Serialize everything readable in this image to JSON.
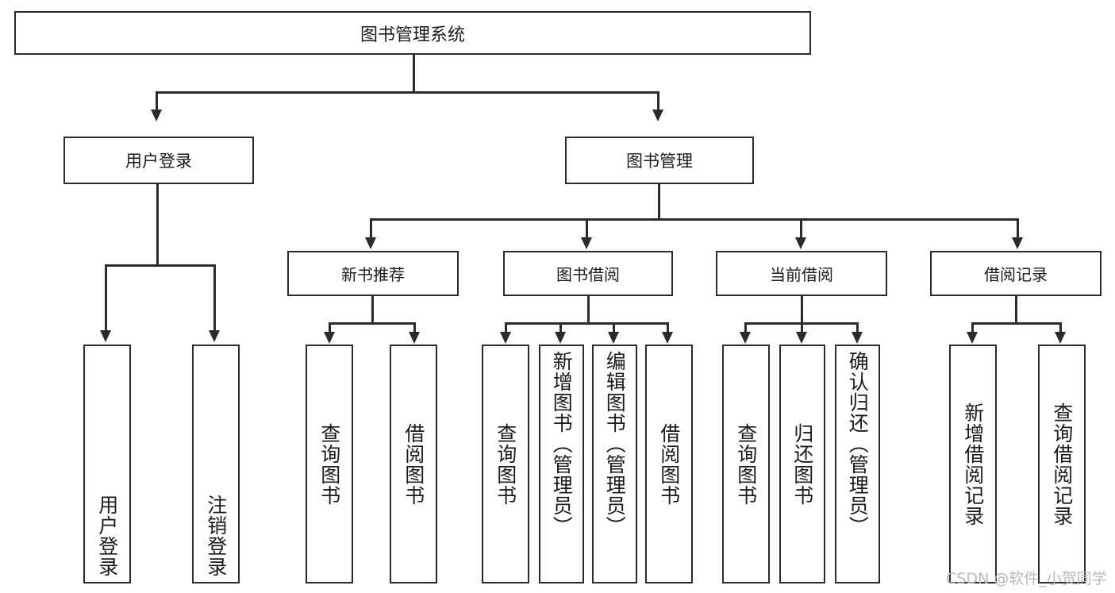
{
  "diagram": {
    "title": "图书管理系统",
    "type": "hierarchy-tree",
    "root": {
      "id": "root",
      "label": "图书管理系统",
      "level": 1
    },
    "level2": [
      {
        "id": "user-login",
        "label": "用户登录",
        "level": 2
      },
      {
        "id": "book-management",
        "label": "图书管理",
        "level": 2
      }
    ],
    "level3": [
      {
        "id": "new-book-recommend",
        "label": "新书推荐",
        "level": 3,
        "parent": "book-management"
      },
      {
        "id": "book-borrow",
        "label": "图书借阅",
        "level": 3,
        "parent": "book-management"
      },
      {
        "id": "current-borrow",
        "label": "当前借阅",
        "level": 3,
        "parent": "book-management"
      },
      {
        "id": "borrow-record",
        "label": "借阅记录",
        "level": 3,
        "parent": "book-management"
      }
    ],
    "leaves": [
      {
        "id": "leaf-user-login",
        "label": "用户登录",
        "parent": "user-login"
      },
      {
        "id": "leaf-user-logout",
        "label": "注销登录",
        "parent": "user-login"
      },
      {
        "id": "leaf-query-book-1",
        "label": "查询图书",
        "parent": "new-book-recommend"
      },
      {
        "id": "leaf-borrow-book-1",
        "label": "借阅图书",
        "parent": "new-book-recommend"
      },
      {
        "id": "leaf-query-book-2",
        "label": "查询图书",
        "parent": "book-borrow"
      },
      {
        "id": "leaf-add-book-admin",
        "label": "新增图书（管理员）",
        "parent": "book-borrow"
      },
      {
        "id": "leaf-edit-book-admin",
        "label": "编辑图书（管理员）",
        "parent": "book-borrow"
      },
      {
        "id": "leaf-borrow-book-2",
        "label": "借阅图书",
        "parent": "book-borrow"
      },
      {
        "id": "leaf-query-book-3",
        "label": "查询图书",
        "parent": "current-borrow"
      },
      {
        "id": "leaf-return-book",
        "label": "归还图书",
        "parent": "current-borrow"
      },
      {
        "id": "leaf-confirm-return-admin",
        "label": "确认归还（管理员）",
        "parent": "current-borrow"
      },
      {
        "id": "leaf-add-borrow-record",
        "label": "新增借阅记录",
        "parent": "borrow-record"
      },
      {
        "id": "leaf-query-borrow-record",
        "label": "查询借阅记录",
        "parent": "borrow-record"
      }
    ],
    "colors": {
      "stroke": "#2b2b2b",
      "fill": "#ffffff",
      "text": "#1b1b1b",
      "watermark": "#b9b9b9"
    }
  },
  "watermark": {
    "text": "CSDN @软件_小贺同学"
  }
}
